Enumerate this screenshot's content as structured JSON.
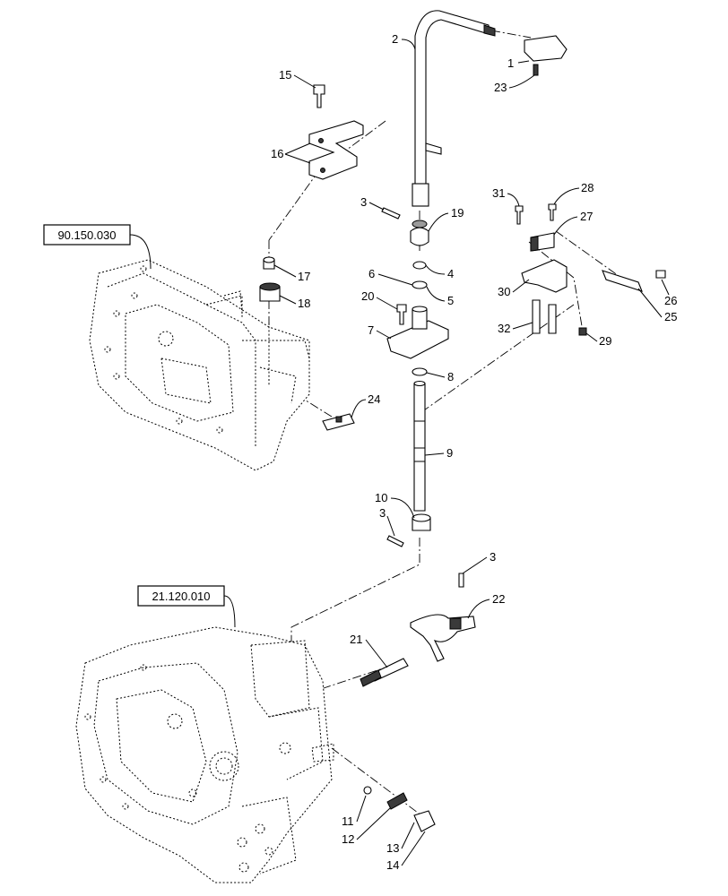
{
  "reference_boxes": [
    "90.150.030",
    "21.120.010"
  ],
  "callouts": [
    "1",
    "2",
    "3",
    "4",
    "5",
    "6",
    "7",
    "8",
    "9",
    "10",
    "11",
    "12",
    "13",
    "14",
    "15",
    "16",
    "17",
    "18",
    "19",
    "20",
    "21",
    "22",
    "23",
    "24",
    "25",
    "26",
    "27",
    "28",
    "29",
    "30",
    "31",
    "32"
  ],
  "callout_3_repeats": [
    "3",
    "3",
    "3"
  ],
  "colors": {
    "line": "#000000",
    "background": "#ffffff",
    "shading": "#3a3a3a"
  }
}
